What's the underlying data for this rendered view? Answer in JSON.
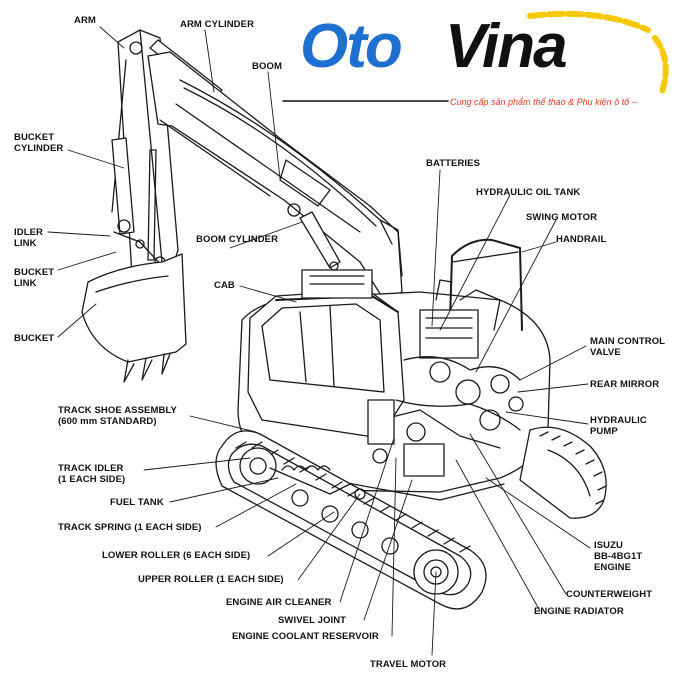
{
  "logo": {
    "part1": "Oto",
    "part2": "Vina",
    "tagline": "Cung cấp sản phẩm thể thao & Phụ kiện ô tô --",
    "colors": {
      "oto": "#1e6fd0",
      "vina": "#111111",
      "swoosh": "#f5c800",
      "tagline": "#e03a1e"
    }
  },
  "labels": {
    "arm": "ARM",
    "arm_cylinder": "ARM CYLINDER",
    "boom": "BOOM",
    "bucket_cylinder": "BUCKET\nCYLINDER",
    "idler_link": "IDLER\nLINK",
    "bucket_link": "BUCKET\nLINK",
    "bucket": "BUCKET",
    "boom_cylinder": "BOOM CYLINDER",
    "cab": "CAB",
    "batteries": "BATTERIES",
    "hydraulic_oil_tank": "HYDRAULIC OIL TANK",
    "swing_motor": "SWING MOTOR",
    "handrail": "HANDRAIL",
    "main_control_valve": "MAIN CONTROL\nVALVE",
    "rear_mirror": "REAR MIRROR",
    "hydraulic_pump": "HYDRAULIC\nPUMP",
    "track_shoe_assembly": "TRACK SHOE ASSEMBLY\n(600 mm STANDARD)",
    "track_idler": "TRACK IDLER\n(1 EACH SIDE)",
    "fuel_tank": "FUEL TANK",
    "track_spring": "TRACK SPRING (1 EACH SIDE)",
    "lower_roller": "LOWER ROLLER (6 EACH SIDE)",
    "upper_roller": "UPPER ROLLER (1 EACH SIDE)",
    "engine_air_cleaner": "ENGINE AIR CLEANER",
    "swivel_joint": "SWIVEL JOINT",
    "engine_coolant_reservoir": "ENGINE COOLANT RESERVOIR",
    "travel_motor": "TRAVEL MOTOR",
    "isuzu_engine": "ISUZU\nBB-4BG1T\nENGINE",
    "counterweight": "COUNTERWEIGHT",
    "engine_radiator": "ENGINE RADIATOR"
  }
}
